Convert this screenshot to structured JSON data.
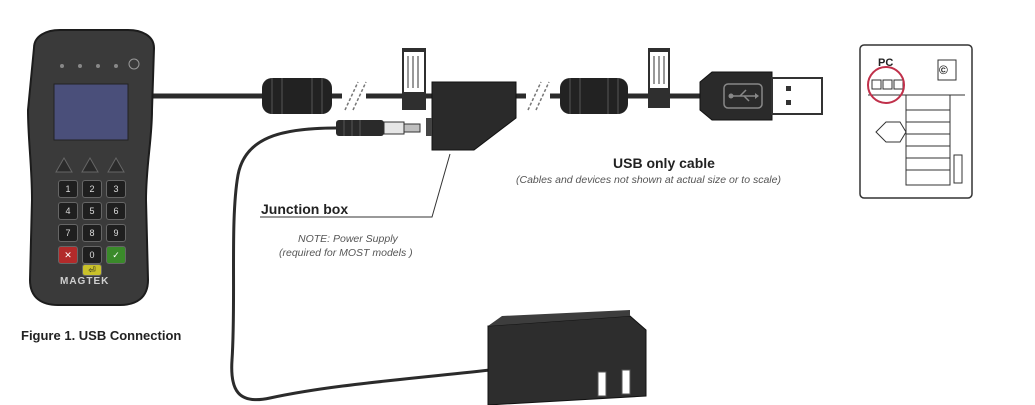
{
  "labels": {
    "usb_cable": "USB only cable",
    "cable_note": "(Cables and devices not shown at actual size or to scale)",
    "junction_box": "Junction box",
    "power_note_line1": "NOTE: Power Supply",
    "power_note_line2": "(required for MOST models )",
    "figure_caption": "Figure 1. USB Connection",
    "pc_label": "PC",
    "brand": "MAGTEK",
    "copyright_symbol": "©"
  },
  "keypad": {
    "keys": [
      "1",
      "2",
      "3",
      "4",
      "5",
      "6",
      "7",
      "8",
      "9",
      "✕",
      "0",
      "✓",
      "⏎"
    ]
  },
  "icons": {
    "usb": "usb-icon",
    "break": "cable-break-icon"
  },
  "colors": {
    "cable": "#2b2b2b",
    "device_body": "#3a3a3a",
    "screen": "#4a4f7a",
    "cancel_key": "#b22a2a",
    "enter_key": "#3a8a2a",
    "clear_key": "#c9c12a",
    "highlight_circle": "#c0304a"
  }
}
